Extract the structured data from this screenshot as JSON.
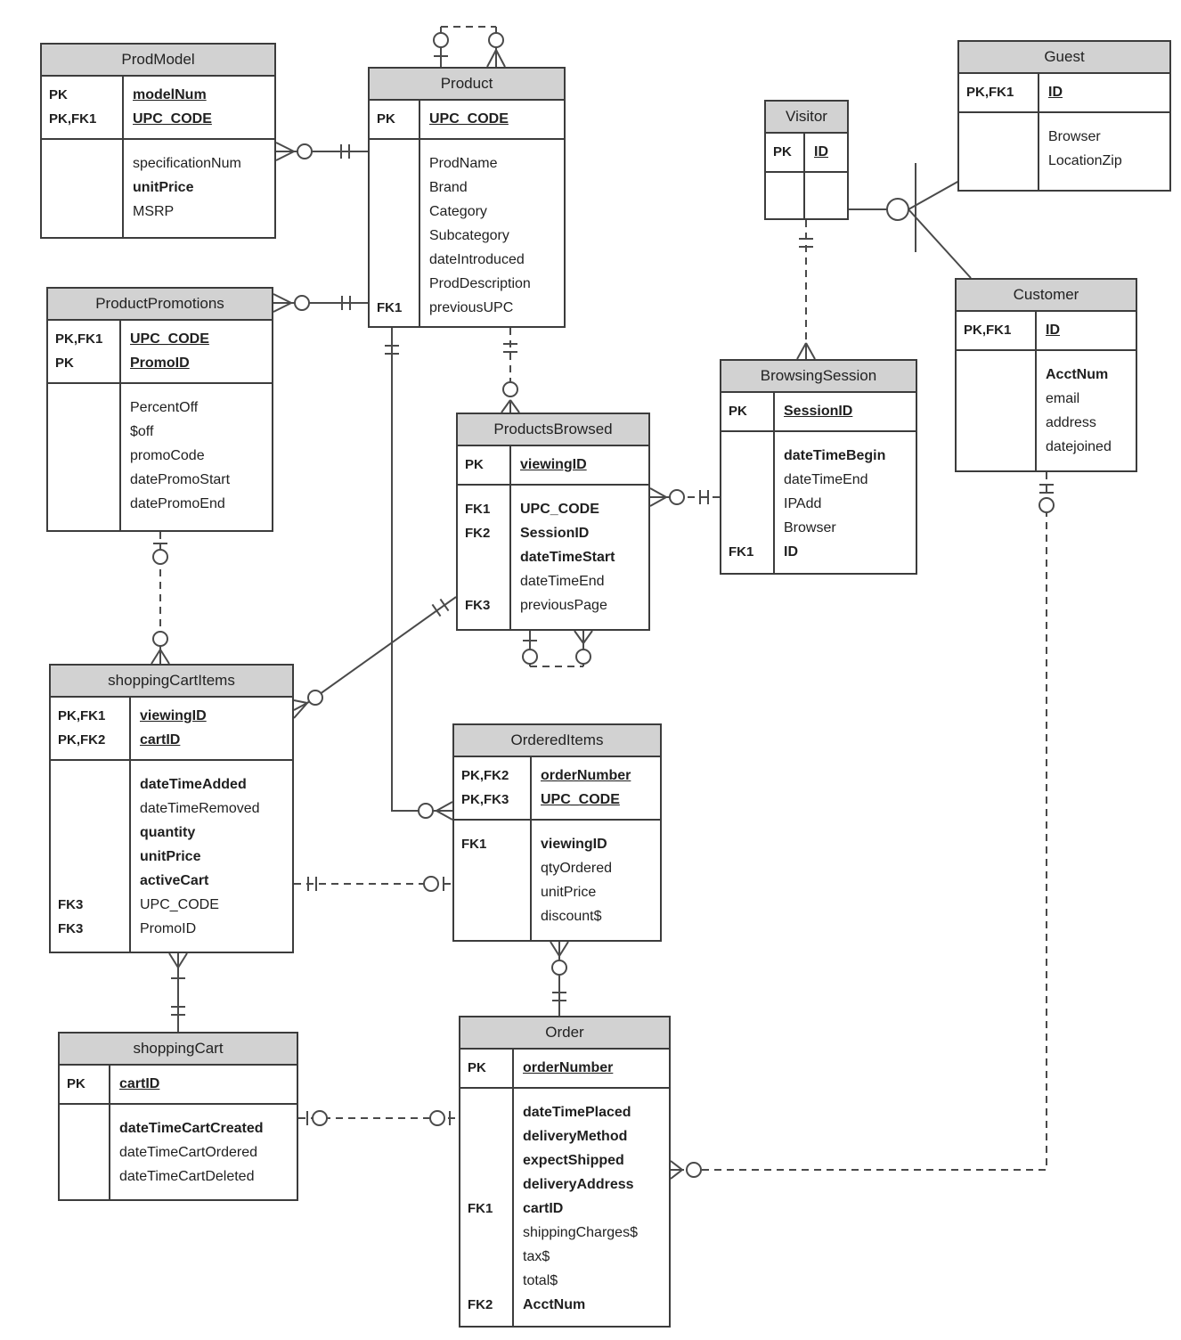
{
  "diagram": {
    "type": "entity-relationship-diagram",
    "notation": "crow-foot",
    "colors": {
      "header_bg": "#d2d2d2",
      "border": "#3c3c3c",
      "line": "#4a4a4a",
      "background": "#ffffff"
    }
  },
  "entities": [
    {
      "id": "prodmodel",
      "name": "ProdModel",
      "keys": [
        {
          "label": "PK",
          "name": "modelNum"
        },
        {
          "label": "PK,FK1",
          "name": "UPC_CODE"
        }
      ],
      "attributes": [
        {
          "label": "",
          "name": "specificationNum",
          "bold": false
        },
        {
          "label": "",
          "name": "unitPrice",
          "bold": true
        },
        {
          "label": "",
          "name": "MSRP",
          "bold": false
        }
      ]
    },
    {
      "id": "product",
      "name": "Product",
      "keys": [
        {
          "label": "PK",
          "name": "UPC_CODE"
        }
      ],
      "attributes": [
        {
          "label": "",
          "name": "ProdName",
          "bold": false
        },
        {
          "label": "",
          "name": "Brand",
          "bold": false
        },
        {
          "label": "",
          "name": "Category",
          "bold": false
        },
        {
          "label": "",
          "name": "Subcategory",
          "bold": false
        },
        {
          "label": "",
          "name": "dateIntroduced",
          "bold": false
        },
        {
          "label": "",
          "name": "ProdDescription",
          "bold": false
        },
        {
          "label": "FK1",
          "name": "previousUPC",
          "bold": false
        }
      ]
    },
    {
      "id": "visitor",
      "name": "Visitor",
      "keys": [
        {
          "label": "PK",
          "name": "ID"
        }
      ],
      "attributes": []
    },
    {
      "id": "guest",
      "name": "Guest",
      "keys": [
        {
          "label": "PK,FK1",
          "name": "ID"
        }
      ],
      "attributes": [
        {
          "label": "",
          "name": "Browser",
          "bold": false
        },
        {
          "label": "",
          "name": "LocationZip",
          "bold": false
        }
      ]
    },
    {
      "id": "customer",
      "name": "Customer",
      "keys": [
        {
          "label": "PK,FK1",
          "name": "ID"
        }
      ],
      "attributes": [
        {
          "label": "",
          "name": "AcctNum",
          "bold": true
        },
        {
          "label": "",
          "name": "email",
          "bold": false
        },
        {
          "label": "",
          "name": "address",
          "bold": false
        },
        {
          "label": "",
          "name": "datejoined",
          "bold": false
        }
      ]
    },
    {
      "id": "productpromotions",
      "name": "ProductPromotions",
      "keys": [
        {
          "label": "PK,FK1",
          "name": "UPC_CODE"
        },
        {
          "label": "PK",
          "name": "PromoID"
        }
      ],
      "attributes": [
        {
          "label": "",
          "name": "PercentOff",
          "bold": false
        },
        {
          "label": "",
          "name": "$off",
          "bold": false
        },
        {
          "label": "",
          "name": "promoCode",
          "bold": false
        },
        {
          "label": "",
          "name": "datePromoStart",
          "bold": false
        },
        {
          "label": "",
          "name": "datePromoEnd",
          "bold": false
        }
      ]
    },
    {
      "id": "browsingsession",
      "name": "BrowsingSession",
      "keys": [
        {
          "label": "PK",
          "name": "SessionID"
        }
      ],
      "attributes": [
        {
          "label": "",
          "name": "dateTimeBegin",
          "bold": true
        },
        {
          "label": "",
          "name": "dateTimeEnd",
          "bold": false
        },
        {
          "label": "",
          "name": "IPAdd",
          "bold": false
        },
        {
          "label": "",
          "name": "Browser",
          "bold": false
        },
        {
          "label": "FK1",
          "name": "ID",
          "bold": true
        }
      ]
    },
    {
      "id": "productsbrowsed",
      "name": "ProductsBrowsed",
      "keys": [
        {
          "label": "PK",
          "name": "viewingID"
        }
      ],
      "attributes": [
        {
          "label": "FK1",
          "name": "UPC_CODE",
          "bold": true
        },
        {
          "label": "FK2",
          "name": "SessionID",
          "bold": true
        },
        {
          "label": "",
          "name": "dateTimeStart",
          "bold": true
        },
        {
          "label": "",
          "name": "dateTimeEnd",
          "bold": false
        },
        {
          "label": "FK3",
          "name": "previousPage",
          "bold": false
        }
      ]
    },
    {
      "id": "shoppingcartitems",
      "name": "shoppingCartItems",
      "keys": [
        {
          "label": "PK,FK1",
          "name": "viewingID"
        },
        {
          "label": "PK,FK2",
          "name": "cartID"
        }
      ],
      "attributes": [
        {
          "label": "",
          "name": "dateTimeAdded",
          "bold": true
        },
        {
          "label": "",
          "name": "dateTimeRemoved",
          "bold": false
        },
        {
          "label": "",
          "name": "quantity",
          "bold": true
        },
        {
          "label": "",
          "name": "unitPrice",
          "bold": true
        },
        {
          "label": "",
          "name": "activeCart",
          "bold": true
        },
        {
          "label": "FK3",
          "name": "UPC_CODE",
          "bold": false
        },
        {
          "label": "FK3",
          "name": "PromoID",
          "bold": false
        }
      ]
    },
    {
      "id": "ordereditems",
      "name": "OrderedItems",
      "keys": [
        {
          "label": "PK,FK2",
          "name": "orderNumber"
        },
        {
          "label": "PK,FK3",
          "name": "UPC_CODE"
        }
      ],
      "attributes": [
        {
          "label": "FK1",
          "name": "viewingID",
          "bold": true
        },
        {
          "label": "",
          "name": "qtyOrdered",
          "bold": false
        },
        {
          "label": "",
          "name": "unitPrice",
          "bold": false
        },
        {
          "label": "",
          "name": "discount$",
          "bold": false
        }
      ]
    },
    {
      "id": "shoppingcart",
      "name": "shoppingCart",
      "keys": [
        {
          "label": "PK",
          "name": "cartID"
        }
      ],
      "attributes": [
        {
          "label": "",
          "name": "dateTimeCartCreated",
          "bold": true
        },
        {
          "label": "",
          "name": "dateTimeCartOrdered",
          "bold": false
        },
        {
          "label": "",
          "name": "dateTimeCartDeleted",
          "bold": false
        }
      ]
    },
    {
      "id": "order",
      "name": "Order",
      "keys": [
        {
          "label": "PK",
          "name": "orderNumber"
        }
      ],
      "attributes": [
        {
          "label": "",
          "name": "dateTimePlaced",
          "bold": true
        },
        {
          "label": "",
          "name": "deliveryMethod",
          "bold": true
        },
        {
          "label": "",
          "name": "expectShipped",
          "bold": true
        },
        {
          "label": "",
          "name": "deliveryAddress",
          "bold": true
        },
        {
          "label": "FK1",
          "name": "cartID",
          "bold": true
        },
        {
          "label": "",
          "name": "shippingCharges$",
          "bold": false
        },
        {
          "label": "",
          "name": "tax$",
          "bold": false
        },
        {
          "label": "",
          "name": "total$",
          "bold": false
        },
        {
          "label": "FK2",
          "name": "AcctNum",
          "bold": true
        }
      ]
    }
  ],
  "relationships": [
    {
      "id": "prodmodel_product",
      "from": "ProdModel",
      "to": "Product",
      "from_cardinality": "zero-or-many",
      "to_cardinality": "one-and-only-one",
      "line_style": "solid"
    },
    {
      "id": "productpromotions_product",
      "from": "ProductPromotions",
      "to": "Product",
      "from_cardinality": "zero-or-many",
      "to_cardinality": "one-and-only-one",
      "line_style": "solid"
    },
    {
      "id": "product_self",
      "from": "Product",
      "to": "Product",
      "from_cardinality": "zero-or-one",
      "to_cardinality": "zero-or-many",
      "line_style": "dashed"
    },
    {
      "id": "product_ordereditems",
      "from": "Product",
      "to": "OrderedItems",
      "from_cardinality": "one-and-only-one",
      "to_cardinality": "zero-or-many",
      "line_style": "solid"
    },
    {
      "id": "product_productsbrowsed",
      "from": "Product",
      "to": "ProductsBrowsed",
      "from_cardinality": "one-and-only-one",
      "to_cardinality": "zero-or-many",
      "line_style": "dashed"
    },
    {
      "id": "productsbrowsed_browsingsession",
      "from": "ProductsBrowsed",
      "to": "BrowsingSession",
      "from_cardinality": "zero-or-many",
      "to_cardinality": "one-and-only-one",
      "line_style": "dashed"
    },
    {
      "id": "visitor_browsingsession",
      "from": "Visitor",
      "to": "BrowsingSession",
      "from_cardinality": "one-and-only-one",
      "to_cardinality": "many",
      "line_style": "dashed"
    },
    {
      "id": "visitor_subtypes",
      "type": "category-supertype",
      "from": "Visitor",
      "to": [
        "Guest",
        "Customer"
      ],
      "line_style": "solid"
    },
    {
      "id": "customer_order",
      "from": "Customer",
      "to": "Order",
      "from_cardinality": "zero-or-one",
      "to_cardinality": "zero-or-many",
      "line_style": "dashed"
    },
    {
      "id": "productpromotions_shoppingcartitems",
      "from": "ProductPromotions",
      "to": "shoppingCartItems",
      "from_cardinality": "zero-or-one",
      "to_cardinality": "zero-or-many",
      "line_style": "dashed"
    },
    {
      "id": "productsbrowsed_shoppingcartitems",
      "from": "ProductsBrowsed",
      "to": "shoppingCartItems",
      "from_cardinality": "one-and-only-one",
      "to_cardinality": "zero-or-many",
      "line_style": "solid"
    },
    {
      "id": "productsbrowsed_self",
      "from": "ProductsBrowsed",
      "to": "ProductsBrowsed",
      "from_cardinality": "zero-or-one",
      "to_cardinality": "zero-or-many",
      "line_style": "dashed"
    },
    {
      "id": "shoppingcartitems_ordereditems",
      "from": "shoppingCartItems",
      "to": "OrderedItems",
      "from_cardinality": "one-and-only-one",
      "to_cardinality": "zero-or-one",
      "line_style": "dashed"
    },
    {
      "id": "shoppingcartitems_shoppingcart",
      "from": "shoppingCartItems",
      "to": "shoppingCart",
      "from_cardinality": "one-or-many",
      "to_cardinality": "one-and-only-one",
      "line_style": "solid"
    },
    {
      "id": "ordereditems_order",
      "from": "OrderedItems",
      "to": "Order",
      "from_cardinality": "zero-or-many",
      "to_cardinality": "one-and-only-one",
      "line_style": "solid"
    },
    {
      "id": "shoppingcart_order",
      "from": "shoppingCart",
      "to": "Order",
      "from_cardinality": "zero-or-one",
      "to_cardinality": "zero-or-one",
      "line_style": "dashed"
    }
  ]
}
